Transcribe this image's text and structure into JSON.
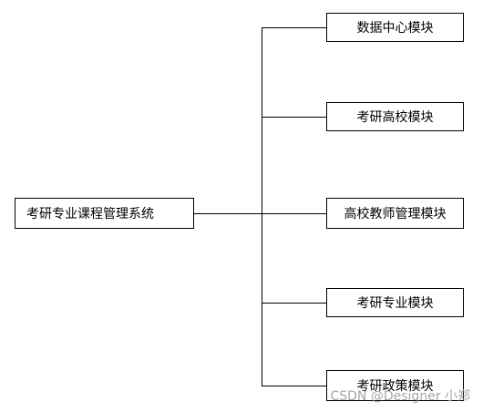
{
  "diagram": {
    "root": {
      "label": "考研专业课程管理系统"
    },
    "modules": [
      {
        "label": "数据中心模块"
      },
      {
        "label": "考研高校模块"
      },
      {
        "label": "高校教师管理模块"
      },
      {
        "label": "考研专业模块"
      },
      {
        "label": "考研政策模块"
      }
    ]
  },
  "watermark": "CSDN @Designer 小郑"
}
